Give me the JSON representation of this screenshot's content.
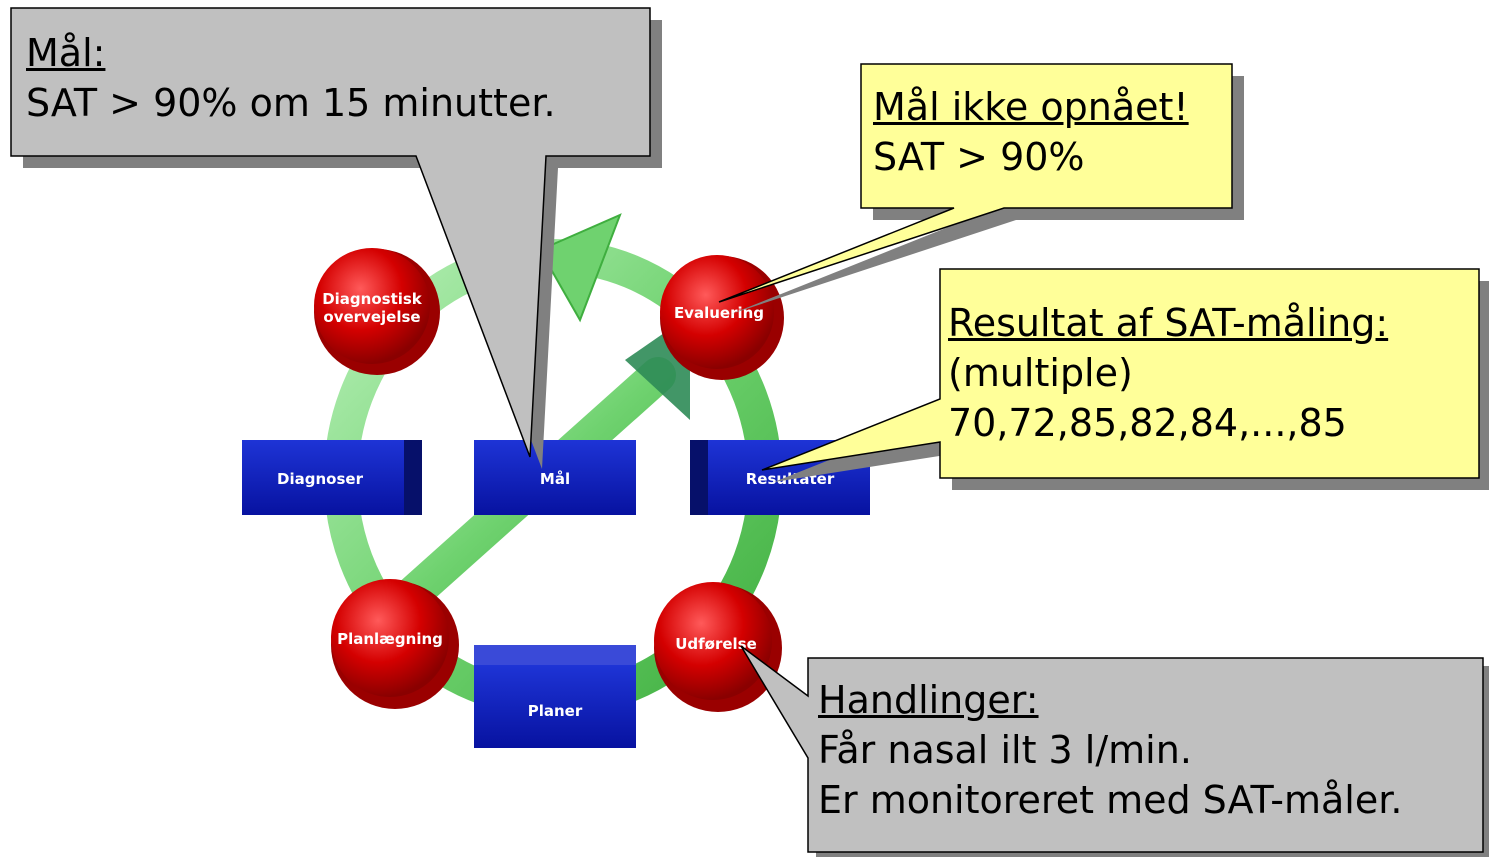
{
  "diagram": {
    "nodes": {
      "diagnostisk_line1": "Diagnostisk",
      "diagnostisk_line2": "overvejelse",
      "evaluering": "Evaluering",
      "planlaegning": "Planlægning",
      "udforelse": "Udførelse",
      "diagnoser": "Diagnoser",
      "maal": "Mål",
      "resultater": "Resultater",
      "planer": "Planer"
    },
    "colors": {
      "circle": "#d40000",
      "box": "#0a1fb8",
      "ring": "#7ed67e",
      "callout_gray": "#c0c0c0",
      "callout_yellow": "#ffff99"
    }
  },
  "callouts": {
    "maal": {
      "heading": "Mål:",
      "lines": [
        "SAT > 90% om 15 minutter."
      ]
    },
    "maal_ikke": {
      "heading": "Mål ikke opnået!",
      "lines": [
        "SAT > 90%"
      ]
    },
    "resultat": {
      "heading": "Resultat af SAT-måling:",
      "lines": [
        "(multiple)",
        "70,72,85,82,84,...,85"
      ]
    },
    "handlinger": {
      "heading": "Handlinger:",
      "lines": [
        "Får nasal ilt 3 l/min.",
        "Er monitoreret med SAT-måler."
      ]
    }
  }
}
